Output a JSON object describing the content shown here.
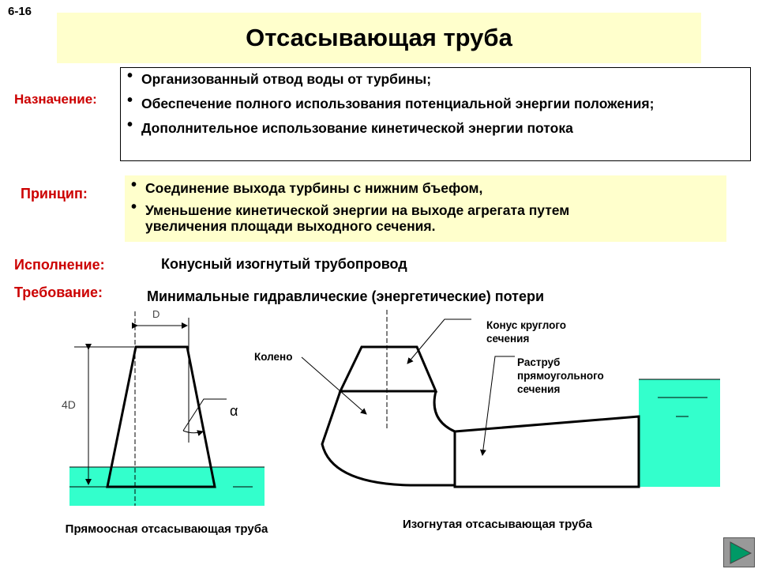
{
  "slide_number": "6-16",
  "title": "Отсасывающая труба",
  "purpose": {
    "label": "Назначение:",
    "items": [
      "Организованный отвод воды от турбины;",
      "Обеспечение полного использования потенциальной энергии положения;",
      "Дополнительное использование кинетической энергии потока"
    ]
  },
  "principle": {
    "label": "Принцип:",
    "items": [
      "Соединение выхода турбины с нижним бъефом,",
      "Уменьшение кинетической энергии на выходе агрегата путем увеличения площади выходного сечения."
    ]
  },
  "execution": {
    "label": "Исполнение:",
    "value": "Конусный изогнутый трубопровод"
  },
  "requirement": {
    "label": "Требование:",
    "value": "Минимальные гидравлические (энергетические) потери"
  },
  "left_diagram": {
    "dim_top": "D",
    "dim_height": "4D",
    "angle": "α",
    "caption": "Прямоосная отсасывающая труба"
  },
  "right_diagram": {
    "elbow_label": "Колено",
    "cone_label": "Конус круглого сечения",
    "diffuser_label": "Раструб прямоугольного сечения",
    "caption": "Изогнутая отсасывающая труба"
  },
  "colors": {
    "water": "#33ffcc",
    "highlight_bg": "#ffffcc",
    "label_red": "#cc0000",
    "nav_arrow": "#009966"
  }
}
